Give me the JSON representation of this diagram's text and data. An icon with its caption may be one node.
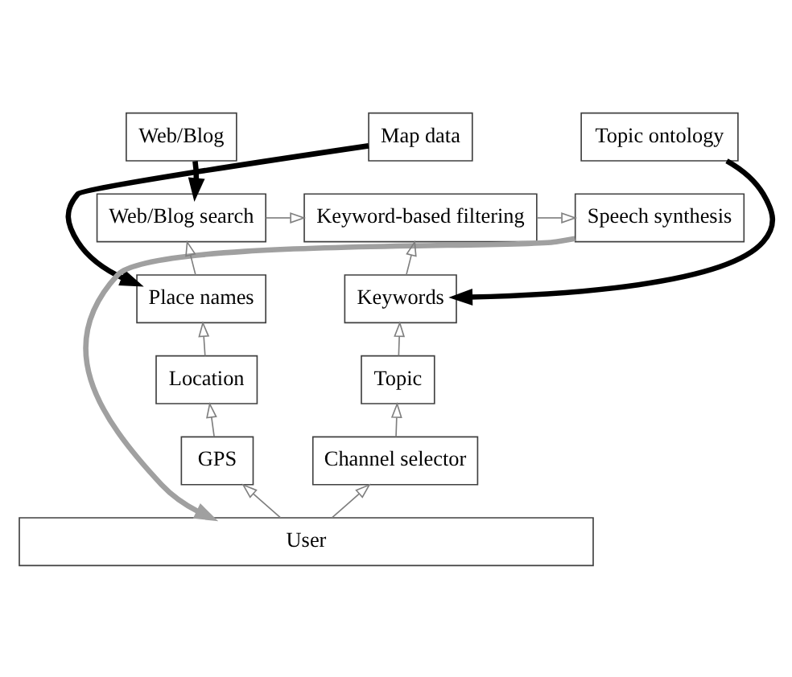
{
  "diagram": {
    "nodes": [
      {
        "text": [
          "Web/Blog"
        ]
      },
      {
        "text": [
          "Map data"
        ]
      },
      {
        "text": [
          "Topic ontology"
        ]
      },
      {
        "text": [
          "Web/Blog search"
        ]
      },
      {
        "text": [
          "Keyword-based filtering"
        ]
      },
      {
        "text": [
          "Speech synthesis"
        ]
      },
      {
        "text": [
          "Place names"
        ]
      },
      {
        "text": [
          "Keywords"
        ]
      },
      {
        "text": [
          "Location"
        ]
      },
      {
        "text": [
          "Topic"
        ]
      },
      {
        "text": [
          "GPS"
        ]
      },
      {
        "text": [
          "Channel selector"
        ]
      },
      {
        "text": [
          "User"
        ]
      }
    ],
    "edges": [
      {
        "from": 0,
        "to": 3,
        "arrow": "to",
        "style": "thick",
        "color": "#000000"
      },
      {
        "from": 1,
        "to": 6,
        "arrow": "to",
        "style": "thick",
        "color": "#000000"
      },
      {
        "from": 2,
        "to": 7,
        "arrow": "to",
        "style": "thick",
        "color": "#000000"
      },
      {
        "from": 3,
        "to": 4,
        "arrow": "to"
      },
      {
        "from": 4,
        "to": 5,
        "arrow": "to"
      },
      {
        "from": 6,
        "to": 3,
        "arrow": "to"
      },
      {
        "from": 8,
        "to": 6,
        "arrow": "to"
      },
      {
        "from": 10,
        "to": 8,
        "arrow": "to"
      },
      {
        "from": 12,
        "to": 10,
        "arrow": "to"
      },
      {
        "from": 7,
        "to": 4,
        "arrow": "to"
      },
      {
        "from": 9,
        "to": 7,
        "arrow": "to"
      },
      {
        "from": 11,
        "to": 9,
        "arrow": "to"
      },
      {
        "from": 12,
        "to": 11,
        "arrow": "to"
      },
      {
        "from": 5,
        "to": 12,
        "arrow": "to",
        "style": "thick",
        "color": "#a0a0a0"
      }
    ]
  }
}
